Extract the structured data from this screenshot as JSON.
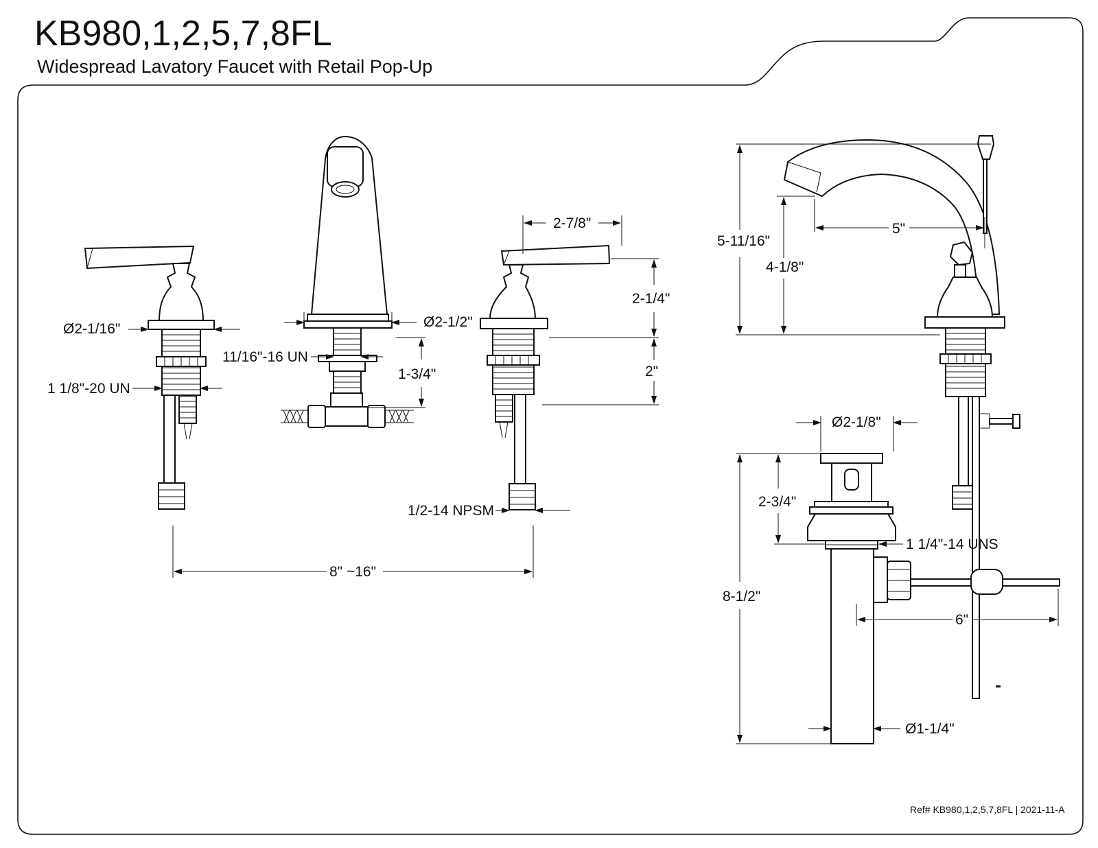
{
  "header": {
    "model": "KB980,1,2,5,7,8FL",
    "subtitle": "Widespread Lavatory Faucet with Retail Pop-Up"
  },
  "dimensions": {
    "handle_escutcheon_dia": "Ø2-1/16\"",
    "handle_shank_thread": "1 1/8\"-20 UN",
    "spout_base_dia": "Ø2-1/2\"",
    "spout_shank_thread": "11/16\"-16 UN",
    "spout_shank_length": "1-3/4\"",
    "handle_length": "2-7/8\"",
    "handle_height": "2-1/4\"",
    "handle_shank_length": "2\"",
    "supply_connection": "1/2-14 NPSM",
    "center_spread": "8\" ~16\"",
    "overall_height": "5-11/16\"",
    "spout_outlet_height": "4-1/8\"",
    "spout_reach": "5\"",
    "drain_flange_dia": "Ø2-1/8\"",
    "drain_body_height": "2-3/4\"",
    "drain_thread": "1 1/4\"-14 UNS",
    "drain_overall_length": "8-1/2\"",
    "pivot_rod_length": "6\"",
    "tailpiece_dia": "Ø1-1/4\""
  },
  "footer": {
    "reference": "Ref# KB980,1,2,5,7,8FL | 2021-11-A"
  }
}
